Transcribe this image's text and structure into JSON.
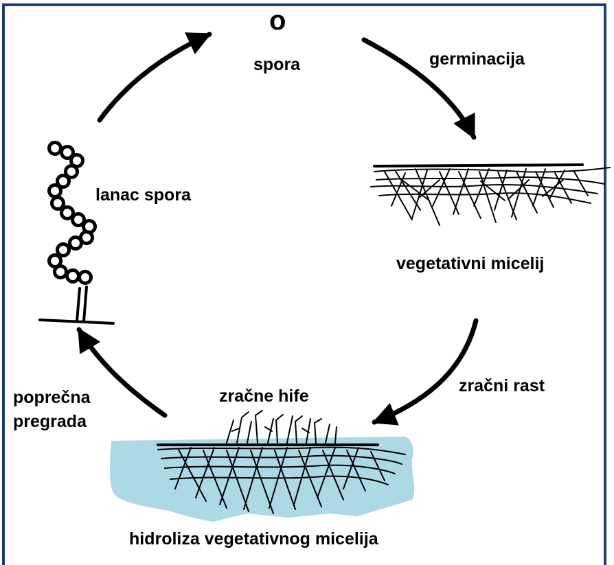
{
  "diagram": {
    "spore_symbol": "o",
    "labels": {
      "spora": "spora",
      "germinacija": "germinacija",
      "vegetativni_micelij": "vegetativni micelij",
      "zracni_rast": "zračni rast",
      "zracne_hife": "zračne hife",
      "hidroliza": "hidroliza vegetativnog micelija",
      "poprecna_line1": "poprečna",
      "poprecna_line2": "pregrada",
      "lanac_spora": "lanac spora"
    },
    "colors": {
      "frame": "#1f3f74",
      "water": "#add8e6",
      "ink": "#000000"
    }
  }
}
